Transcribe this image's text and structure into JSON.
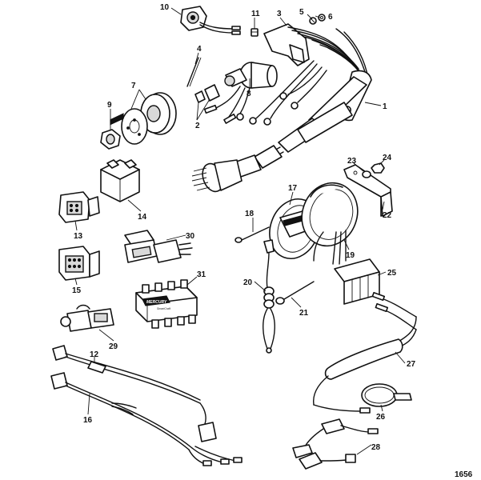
{
  "figure_number": "1656",
  "callouts": [
    "1",
    "2",
    "3",
    "4",
    "5",
    "6",
    "7",
    "8",
    "9",
    "10",
    "11",
    "12",
    "13",
    "14",
    "15",
    "16",
    "17",
    "18",
    "19",
    "20",
    "21",
    "22",
    "23",
    "24",
    "25",
    "26",
    "27",
    "28",
    "29",
    "30",
    "31"
  ],
  "logo": {
    "brand": "MERCURY",
    "product": "SmartCraft"
  }
}
